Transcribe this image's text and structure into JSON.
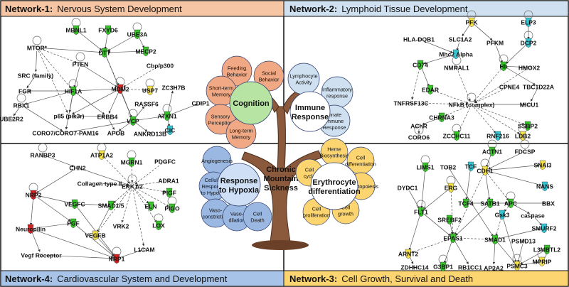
{
  "colors": {
    "net1_bg": "#f6c5a3",
    "net2_bg": "#cfe0f0",
    "net3_bg": "#fcd571",
    "net4_bg": "#a7c4e8",
    "node_green": "#36c429",
    "node_red": "#d32222",
    "node_yellow": "#f6e24a",
    "node_cyan": "#35c6d4",
    "tree_brown": "#8b5a3c",
    "cognition_petal": "#f0a984",
    "cognition_center": "#b7e4a3",
    "immune_petal": "#cfe0f0",
    "immune_center": "#ffffff",
    "hypoxia_petal": "#9bb8e3",
    "hypoxia_center": "#cfe0f6",
    "erythro_petal": "#fcd571",
    "erythro_center": "#ffffff"
  },
  "headers": {
    "net1": {
      "name": "Network-1:",
      "desc": "Nervous System Development"
    },
    "net2": {
      "name": "Network-2:",
      "desc": "Lymphoid Tissue Development"
    },
    "net3": {
      "name": "Network-3:",
      "desc": "Cell Growth, Survival and Death"
    },
    "net4": {
      "name": "Network-4:",
      "desc": "Cardiovascular System and Development"
    }
  },
  "tree": {
    "center_label": [
      "Chronic",
      "Mountain",
      "Sickness"
    ],
    "cognition": {
      "center": "Cognition",
      "petals": [
        [
          "Feeding",
          "Behavior"
        ],
        [
          "Social",
          "Behavior"
        ],
        [
          "Short-term",
          "Memory"
        ],
        [
          "Sensory",
          "Perception"
        ],
        [
          "Long-term",
          "Memory"
        ]
      ]
    },
    "immune": {
      "center": [
        "Immune",
        "Response"
      ],
      "petals": [
        [
          "Lymphocyte",
          "Activity"
        ],
        [
          "Inflammatory",
          "response"
        ],
        [
          "Innate",
          "Immune",
          "Response"
        ]
      ]
    },
    "hypoxia": {
      "center": [
        "Response",
        "to Hypoxia"
      ],
      "petals": [
        [
          "Angiogenesis"
        ],
        [
          "Cellular",
          "Response",
          "to Hypoxia"
        ],
        [
          "Vaso-",
          "constriction"
        ],
        [
          "Vaso-",
          "dilation"
        ],
        [
          "Cell",
          "Death"
        ]
      ]
    },
    "erythro": {
      "center": [
        "Erythrocyte",
        "differentiation"
      ],
      "petals": [
        [
          "Cell",
          "cycle"
        ],
        [
          "Heme",
          "Biosynthesis"
        ],
        [
          "Cell",
          "differentiation"
        ],
        [
          "Hematopoiesis"
        ],
        [
          "Cell",
          "proliferation"
        ],
        [
          "Cell",
          "growth"
        ]
      ]
    }
  },
  "networks": {
    "net1": {
      "nodes": [
        {
          "id": "MBNL1",
          "label": "MBNL1",
          "color": "green"
        },
        {
          "id": "FXYD6",
          "label": "FXYD6",
          "color": "green"
        },
        {
          "id": "UBE3A",
          "label": "UBE3A",
          "color": "green"
        },
        {
          "id": "MTOR",
          "label": "MTOR*",
          "color": "none"
        },
        {
          "id": "DTT",
          "label": "DTT",
          "color": "green"
        },
        {
          "id": "MECP2",
          "label": "MECP2",
          "color": "green"
        },
        {
          "id": "PTEN",
          "label": "PTEN",
          "color": "none"
        },
        {
          "id": "CBP",
          "label": "Cbp/p300",
          "color": "none"
        },
        {
          "id": "SRC",
          "label": "SRC (family)",
          "color": "none"
        },
        {
          "id": "FGR",
          "label": "FGR",
          "color": "none"
        },
        {
          "id": "HIF1A",
          "label": "HIF1A",
          "color": "green"
        },
        {
          "id": "MDM2",
          "label": "MDM2",
          "color": "red"
        },
        {
          "id": "USP7",
          "label": "USP7",
          "color": "yellow"
        },
        {
          "id": "ZC3H7B",
          "label": "ZC3H7B",
          "color": "none"
        },
        {
          "id": "RBX1",
          "label": "RBX1",
          "color": "none"
        },
        {
          "id": "RASSF6",
          "label": "RASSF6",
          "color": "none"
        },
        {
          "id": "CDIP1",
          "label": "CDIP1",
          "color": "none"
        },
        {
          "id": "UBE2R2",
          "label": "UBE2R2",
          "color": "none"
        },
        {
          "id": "P85",
          "label": "p85 (pik3r)",
          "color": "none"
        },
        {
          "id": "ERBB4",
          "label": "ERBB4",
          "color": "none"
        },
        {
          "id": "ATXN1",
          "label": "ATXN1",
          "color": "green"
        },
        {
          "id": "VCP",
          "label": "VCP",
          "color": "green"
        },
        {
          "id": "CIC",
          "label": "CIC",
          "color": "cyan"
        },
        {
          "id": "CORO7",
          "label": "CORO7/CORO7-PAM16",
          "color": "none"
        },
        {
          "id": "APOB",
          "label": "APOB",
          "color": "none"
        },
        {
          "id": "ANKRD13B",
          "label": "ANKRD13B",
          "color": "none"
        }
      ]
    },
    "net2": {
      "nodes": [
        {
          "id": "PFK",
          "label": "PFK",
          "color": "yellow"
        },
        {
          "id": "ELP3",
          "label": "ELP3",
          "color": "cyan"
        },
        {
          "id": "HLADQB1",
          "label": "HLA-DQB1",
          "color": "none"
        },
        {
          "id": "SLC1A2",
          "label": "SLC1A2",
          "color": "none"
        },
        {
          "id": "PFKM",
          "label": "PFKM",
          "color": "none"
        },
        {
          "id": "DCP2",
          "label": "DCP2",
          "color": "cyan"
        },
        {
          "id": "MHC2",
          "label": "Mhc2 Alpha",
          "color": "cyan"
        },
        {
          "id": "CD74",
          "label": "CD74",
          "color": "green"
        },
        {
          "id": "NMRAL1",
          "label": "NMRAL1",
          "color": "none"
        },
        {
          "id": "HB",
          "label": "Hb",
          "color": "green"
        },
        {
          "id": "HMOX2",
          "label": "HMOX2",
          "color": "none"
        },
        {
          "id": "EDAR",
          "label": "EDAR",
          "color": "green"
        },
        {
          "id": "CPNE4",
          "label": "CPNE4",
          "color": "none"
        },
        {
          "id": "TBC1D22A",
          "label": "TBC1D22A",
          "color": "none"
        },
        {
          "id": "TNFRSF13C",
          "label": "TNFRSF13C",
          "color": "none"
        },
        {
          "id": "NFKB",
          "label": "NFkB (complex)",
          "color": "none"
        },
        {
          "id": "MICU1",
          "label": "MICU1",
          "color": "none"
        },
        {
          "id": "CHRNA3",
          "label": "CHRNA3",
          "color": "green"
        },
        {
          "id": "ACHR",
          "label": "AChR",
          "color": "none"
        },
        {
          "id": "SSBP2",
          "label": "SSBP2",
          "color": "green"
        },
        {
          "id": "CORO6",
          "label": "CORO6",
          "color": "none"
        },
        {
          "id": "ZCCHC11",
          "label": "ZCCHC11",
          "color": "green"
        },
        {
          "id": "RNF216",
          "label": "RNF216",
          "color": "cyan"
        },
        {
          "id": "LDB2",
          "label": "LDB2",
          "color": "yellow"
        }
      ]
    },
    "net3": {
      "nodes": [
        {
          "id": "ACTN1",
          "label": "ACTN1",
          "color": "green"
        },
        {
          "id": "FDCSP",
          "label": "FDCSP",
          "color": "none"
        },
        {
          "id": "LIMS1",
          "label": "LIMS1",
          "color": "green"
        },
        {
          "id": "TOB2",
          "label": "TOB2",
          "color": "none"
        },
        {
          "id": "TCF",
          "label": "TCF",
          "color": "cyan"
        },
        {
          "id": "CDH1",
          "label": "CDH1",
          "color": "yellow"
        },
        {
          "id": "SNAI3",
          "label": "SNAI3",
          "color": "yellow"
        },
        {
          "id": "DYDC1",
          "label": "DYDC1",
          "color": "none"
        },
        {
          "id": "ERG",
          "label": "ERG",
          "color": "yellow"
        },
        {
          "id": "NANS",
          "label": "NANS",
          "color": "cyan"
        },
        {
          "id": "TCF4",
          "label": "TCF4",
          "color": "green"
        },
        {
          "id": "SATB1",
          "label": "SATB1",
          "color": "green"
        },
        {
          "id": "APC",
          "label": "APC",
          "color": "green"
        },
        {
          "id": "BBX",
          "label": "BBX",
          "color": "none"
        },
        {
          "id": "FLT1",
          "label": "FLT1",
          "color": "green"
        },
        {
          "id": "SREBF2",
          "label": "SREBF2",
          "color": "green"
        },
        {
          "id": "GSK3",
          "label": "Gsk3",
          "color": "cyan"
        },
        {
          "id": "CASPASE",
          "label": "caspase",
          "color": "none"
        },
        {
          "id": "SMURF2",
          "label": "SMURF2",
          "color": "cyan"
        },
        {
          "id": "EPAS1",
          "label": "EPAS1",
          "color": "green"
        },
        {
          "id": "SMAD1",
          "label": "SMAD1",
          "color": "green"
        },
        {
          "id": "PSMD13",
          "label": "PSMD13",
          "color": "none"
        },
        {
          "id": "L3MBTL2",
          "label": "L3MBTL2",
          "color": "green"
        },
        {
          "id": "ARNT2",
          "label": "ARNT2",
          "color": "yellow"
        },
        {
          "id": "ZDHHC14",
          "label": "ZDHHC14",
          "color": "none"
        },
        {
          "id": "G3BP1",
          "label": "G3BP1",
          "color": "green"
        },
        {
          "id": "RB1CC1",
          "label": "RB1CC1",
          "color": "none"
        },
        {
          "id": "AP2A2",
          "label": "AP2A2",
          "color": "none"
        },
        {
          "id": "PSMC3",
          "label": "PSMC3",
          "color": "yellow"
        },
        {
          "id": "MPRIP",
          "label": "MPRIP",
          "color": "yellow"
        }
      ]
    },
    "net4": {
      "nodes": [
        {
          "id": "RANBP3",
          "label": "RANBP3",
          "color": "none"
        },
        {
          "id": "ATP1A2",
          "label": "ATP1A2",
          "color": "yellow"
        },
        {
          "id": "MGRN1",
          "label": "MGRN1",
          "color": "green"
        },
        {
          "id": "PDGFC",
          "label": "PDGFC",
          "color": "none"
        },
        {
          "id": "CHN2",
          "label": "CHN2",
          "color": "none"
        },
        {
          "id": "COLL2",
          "label": "Collagen type II",
          "color": "none"
        },
        {
          "id": "ERK12",
          "label": "ERK1/2",
          "color": "none"
        },
        {
          "id": "ADRA1",
          "label": "ADRA1",
          "color": "none"
        },
        {
          "id": "NRP2",
          "label": "NRP2",
          "color": "red"
        },
        {
          "id": "PIGF",
          "label": "PlGF",
          "color": "green"
        },
        {
          "id": "VEGFC",
          "label": "VEGFC",
          "color": "green"
        },
        {
          "id": "SMAD15",
          "label": "SMAD1/5",
          "color": "green"
        },
        {
          "id": "ELN",
          "label": "ELN",
          "color": "green"
        },
        {
          "id": "PIGO",
          "label": "PIGO",
          "color": "green"
        },
        {
          "id": "PGF",
          "label": "PGF",
          "color": "green"
        },
        {
          "id": "VRK2",
          "label": "VRK2",
          "color": "none"
        },
        {
          "id": "LOX",
          "label": "LOX",
          "color": "green"
        },
        {
          "id": "NEUROPILIN",
          "label": "Neuropilin",
          "color": "red"
        },
        {
          "id": "VEGFB",
          "label": "VEGFB",
          "color": "yellow"
        },
        {
          "id": "VEGFR",
          "label": "Vegf Receptor",
          "color": "none"
        },
        {
          "id": "NRP1",
          "label": "NRP1",
          "color": "red"
        },
        {
          "id": "L1CAM",
          "label": "L1CAM",
          "color": "none"
        }
      ]
    }
  }
}
